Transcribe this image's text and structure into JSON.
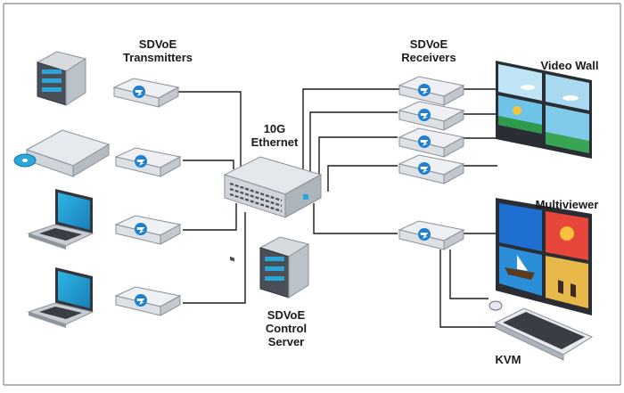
{
  "labels": {
    "transmitters": [
      "SDVoE",
      "Transmitters"
    ],
    "receivers": [
      "SDVoE",
      "Receivers"
    ],
    "ethernet": [
      "10G",
      "Ethernet"
    ],
    "video_wall": "Video Wall",
    "multiviewer": "Multiviewer",
    "control_server": [
      "SDVoE",
      "Control",
      "Server"
    ],
    "kvm": "KVM"
  },
  "colors": {
    "frame": "#9a9a9a",
    "line": "#1a1a1a",
    "device_top": "#eef0f3",
    "device_side": "#c9cdd3",
    "logo_blue": "#1f7fd0",
    "screen_blue": "#2aa6d9",
    "server_dark": "#4a4f57"
  },
  "icons": {
    "transmitter_sources": [
      "server-icon",
      "blu-ray-player-icon",
      "laptop-icon",
      "laptop-icon"
    ],
    "encoder": "sdvoe-encoder-icon",
    "decoder": "sdvoe-decoder-icon",
    "switch": "ethernet-switch-icon",
    "control_server": "control-server-icon",
    "video_wall": "video-wall-icon",
    "multiviewer": "multiviewer-monitor-icon",
    "kvm": "keyboard-mouse-icon"
  }
}
